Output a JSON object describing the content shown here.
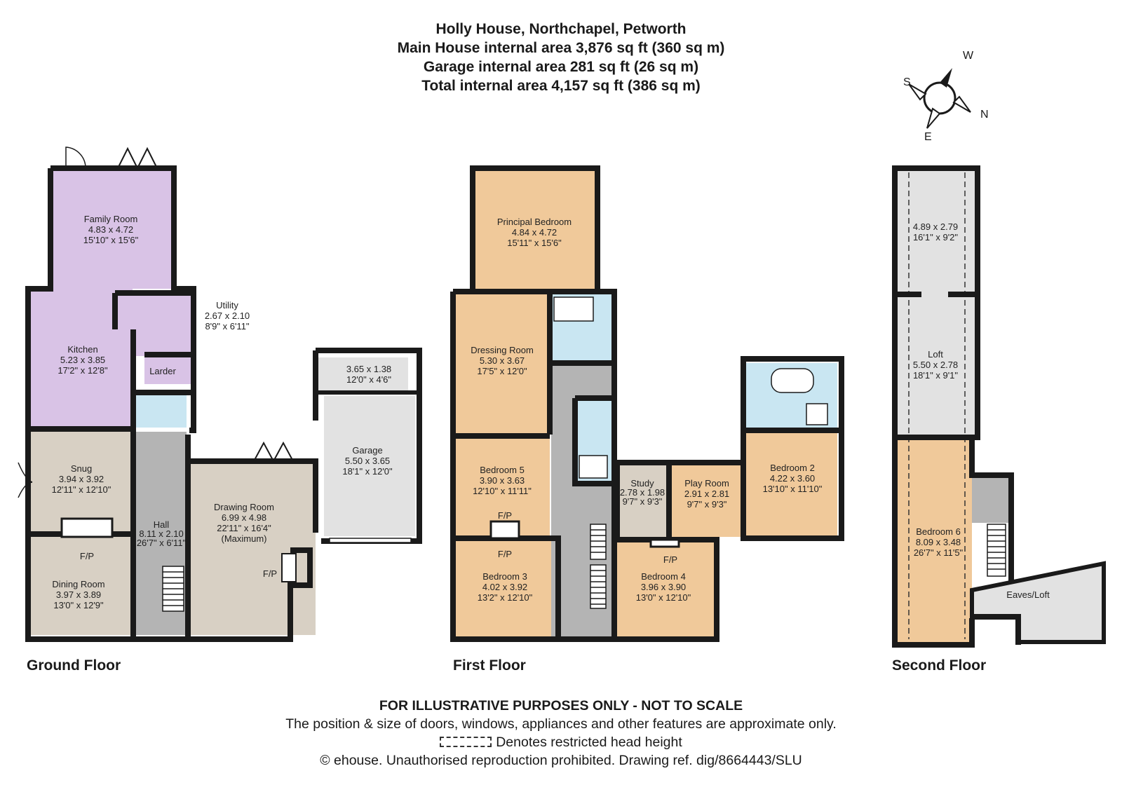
{
  "header": {
    "title": "Holly House, Northchapel, Petworth",
    "main_area": "Main House internal area 3,876 sq ft (360 sq m)",
    "garage_area": "Garage internal area 281 sq ft (26 sq m)",
    "total_area": "Total internal area 4,157 sq ft (386 sq m)"
  },
  "compass": {
    "labels": [
      "W",
      "S",
      "N",
      "E"
    ]
  },
  "floors": {
    "ground": "Ground Floor",
    "first": "First Floor",
    "second": "Second Floor"
  },
  "rooms": {
    "family_room": {
      "name": "Family Room",
      "metric": "4.83 x 4.72",
      "imperial": "15'10\" x 15'6\""
    },
    "kitchen": {
      "name": "Kitchen",
      "metric": "5.23 x 3.85",
      "imperial": "17'2\" x 12'8\""
    },
    "utility": {
      "name": "Utility",
      "metric": "2.67 x 2.10",
      "imperial": "8'9\" x 6'11\""
    },
    "larder": {
      "name": "Larder"
    },
    "snug": {
      "name": "Snug",
      "metric": "3.94 x 3.92",
      "imperial": "12'11\" x 12'10\""
    },
    "hall": {
      "name": "Hall",
      "metric": "8.11 x 2.10",
      "imperial": "26'7\" x 6'11\""
    },
    "dining_room": {
      "name": "Dining Room",
      "metric": "3.97 x 3.89",
      "imperial": "13'0\" x 12'9\"",
      "fp": "F/P"
    },
    "drawing_room": {
      "name": "Drawing Room",
      "metric": "6.99 x 4.98",
      "imperial": "22'11\" x 16'4\"",
      "note": "(Maximum)",
      "fp": "F/P"
    },
    "garage_store": {
      "metric": "3.65 x 1.38",
      "imperial": "12'0\" x 4'6\""
    },
    "garage": {
      "name": "Garage",
      "metric": "5.50 x 3.65",
      "imperial": "18'1\" x 12'0\""
    },
    "principal_bedroom": {
      "name": "Principal Bedroom",
      "metric": "4.84 x 4.72",
      "imperial": "15'11\" x 15'6\""
    },
    "dressing_room": {
      "name": "Dressing Room",
      "metric": "5.30 x 3.67",
      "imperial": "17'5\" x 12'0\""
    },
    "bedroom5": {
      "name": "Bedroom 5",
      "metric": "3.90 x 3.63",
      "imperial": "12'10\" x 11'11\"",
      "fp": "F/P"
    },
    "bedroom3": {
      "name": "Bedroom 3",
      "metric": "4.02 x 3.92",
      "imperial": "13'2\" x 12'10\"",
      "fp": "F/P"
    },
    "bedroom4": {
      "name": "Bedroom 4",
      "metric": "3.96 x 3.90",
      "imperial": "13'0\" x 12'10\"",
      "fp": "F/P"
    },
    "study": {
      "name": "Study",
      "metric": "2.78 x 1.98",
      "imperial": "9'7\" x 9'3\""
    },
    "play_room": {
      "name": "Play Room",
      "metric": "2.91 x 2.81",
      "imperial": "9'7\" x 9'3\""
    },
    "bedroom2": {
      "name": "Bedroom 2",
      "metric": "4.22 x 3.60",
      "imperial": "13'10\" x 11'10\""
    },
    "loft_top": {
      "metric": "4.89 x 2.79",
      "imperial": "16'1\" x 9'2\""
    },
    "loft": {
      "name": "Loft",
      "metric": "5.50 x 2.78",
      "imperial": "18'1\" x 9'1\""
    },
    "bedroom6": {
      "name": "Bedroom 6",
      "metric": "8.09 x 3.48",
      "imperial": "26'7\" x 11'5\""
    },
    "eaves": {
      "name": "Eaves/Loft"
    }
  },
  "colors": {
    "family": "#d9c3e6",
    "beige": "#d8d0c4",
    "orange": "#f0c99a",
    "bath": "#c9e6f2",
    "hall": "#b4b4b4",
    "loft": "#e2e2e2",
    "wall": "#1a1a1a"
  },
  "footer": {
    "disclaimer": "FOR ILLUSTRATIVE PURPOSES ONLY - NOT TO SCALE",
    "position_note": "The position & size of doors, windows, appliances and other features are approximate only.",
    "head_height_note": "Denotes restricted head height",
    "copyright": "© ehouse. Unauthorised reproduction prohibited. Drawing ref. dig/8664443/SLU"
  }
}
